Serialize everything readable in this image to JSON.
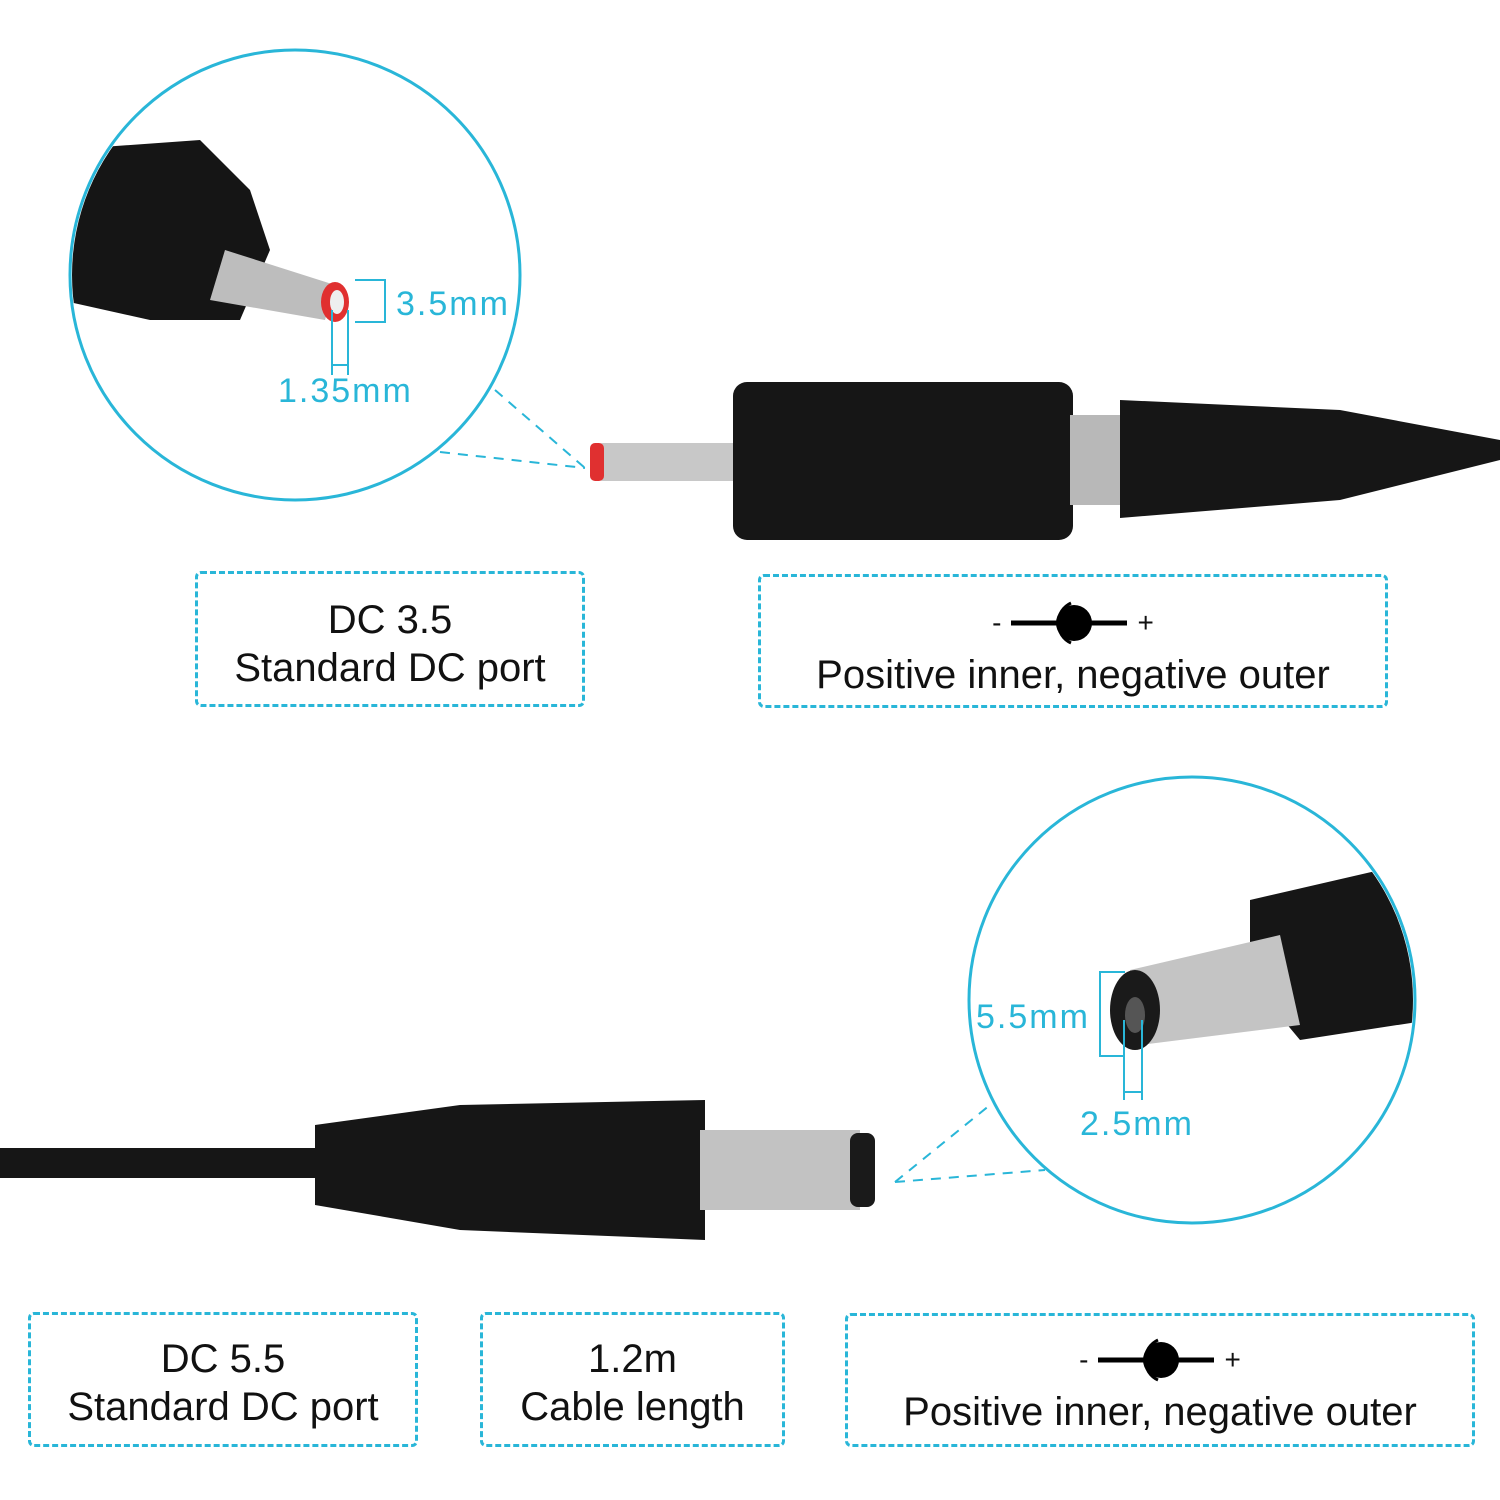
{
  "accent_color": "#29b6d8",
  "top": {
    "dims": {
      "outer": "3.5mm",
      "inner": "1.35mm"
    },
    "port_box": {
      "line1": "DC 3.5",
      "line2": "Standard DC port"
    },
    "polarity_box": {
      "minus": "-",
      "plus": "+",
      "label": "Positive inner, negative outer"
    }
  },
  "bottom": {
    "dims": {
      "outer": "5.5mm",
      "inner": "2.5mm"
    },
    "port_box": {
      "line1": "DC 5.5",
      "line2": "Standard DC port"
    },
    "length_box": {
      "line1": "1.2m",
      "line2": "Cable length"
    },
    "polarity_box": {
      "minus": "-",
      "plus": "+",
      "label": "Positive inner, negative outer"
    }
  }
}
